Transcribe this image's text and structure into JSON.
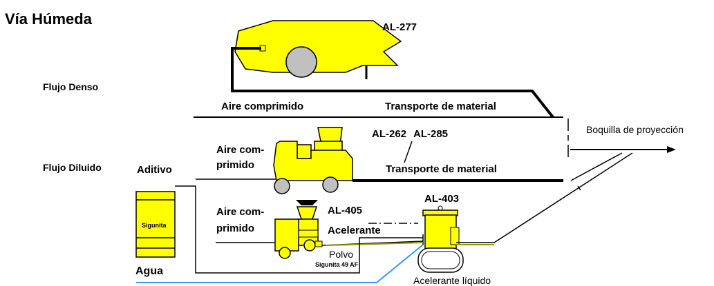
{
  "title": "Vía Húmeda",
  "sections": {
    "dense": "Flujo Denso",
    "diluted": "Flujo Diluido"
  },
  "machines": {
    "al277": "AL-277",
    "al262_285": "AL-262",
    "al262_285b": "AL-285",
    "al405": "AL-405",
    "al403": "AL-403"
  },
  "labels": {
    "air_top": "Aire comprimido",
    "transport_top": "Transporte de material",
    "air_mid_1": "Aire com-",
    "air_mid_2": "primido",
    "transport_mid": "Transporte de material",
    "air_low_1": "Aire com-",
    "air_low_2": "primido",
    "additive": "Aditivo",
    "tank": "Sigunita",
    "accelerant": "Acelerante",
    "powder": "Polvo",
    "powder_product": "Sigunita 49 AF",
    "water": "Agua",
    "liquid_accelerant": "Acelerante líquido",
    "nozzle": "Boquilla de proyección"
  },
  "colors": {
    "machine_fill": "#ffff00",
    "wheel_fill": "#c0c0c0",
    "water_line": "#3399ff",
    "accelerant_line": "#999900",
    "line": "#000000"
  }
}
